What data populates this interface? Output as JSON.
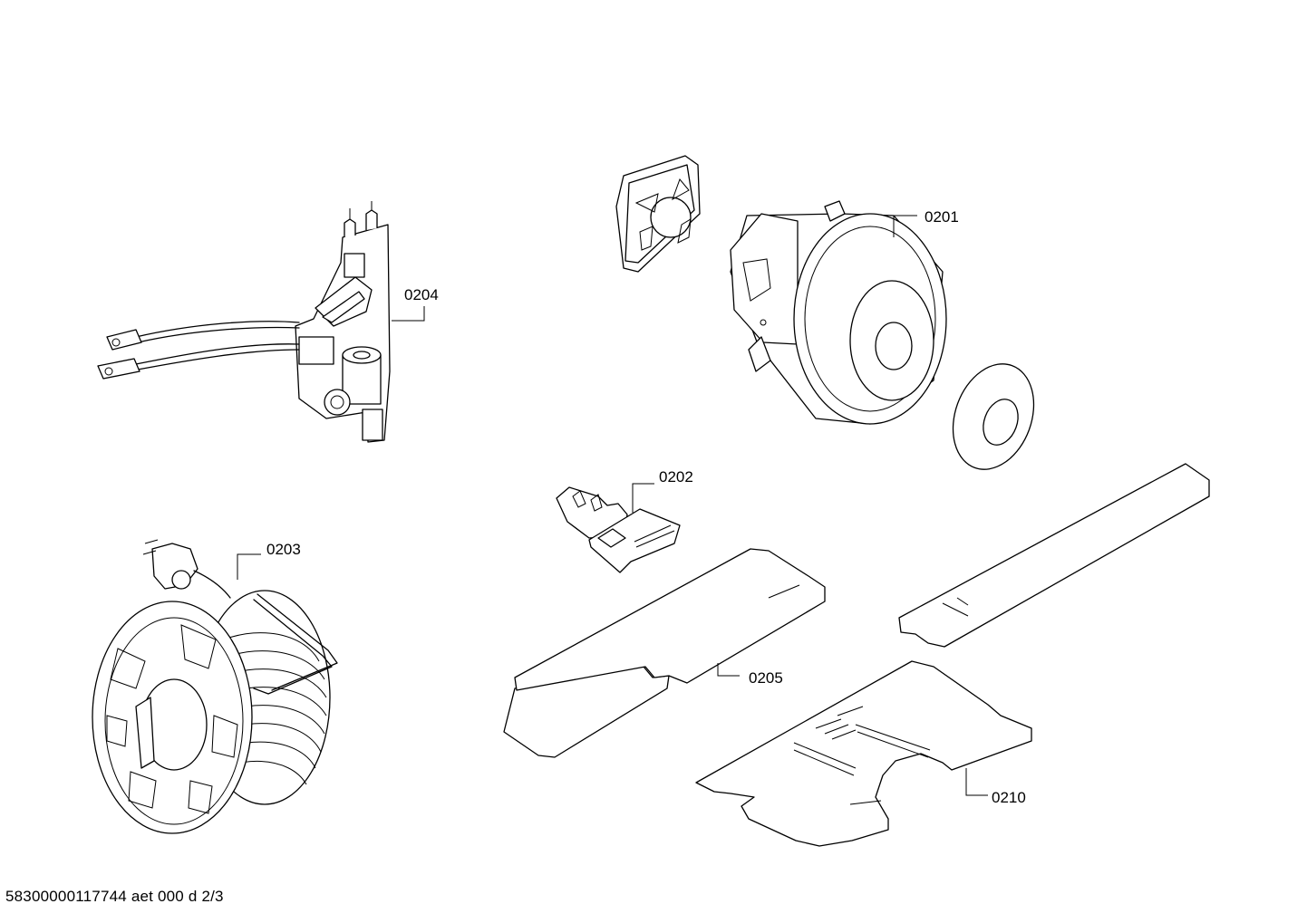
{
  "diagram": {
    "parts": [
      {
        "id": "p0201",
        "label": "0201"
      },
      {
        "id": "p0202",
        "label": "0202"
      },
      {
        "id": "p0203",
        "label": "0203"
      },
      {
        "id": "p0204",
        "label": "0204"
      },
      {
        "id": "p0205",
        "label": "0205"
      },
      {
        "id": "p0210",
        "label": "0210"
      }
    ],
    "footer": "58300000117744 aet 000 d 2/3"
  }
}
